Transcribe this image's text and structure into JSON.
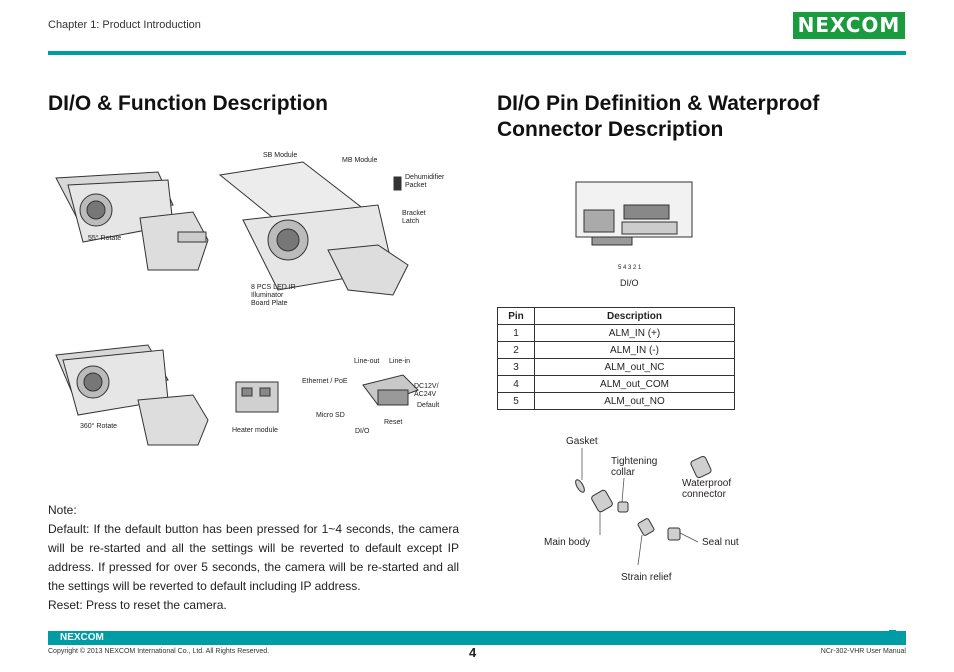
{
  "header": {
    "chapter": "Chapter 1: Product Introduction",
    "logo_text": "NEXCOM"
  },
  "left": {
    "title": "DI/O & Function Description",
    "callouts": {
      "sb_module": "SB Module",
      "mb_module": "MB Module",
      "dehumidifier": "Dehumidifier Packet",
      "bracket_latch": "Bracket Latch",
      "rotate55": "55° Rotate",
      "led_ir": "8 PCS LED IR Illuminator Board Plate",
      "rotate360": "360° Rotate",
      "heater": "Heater module",
      "line_out": "Line-out",
      "line_in": "Line-in",
      "ethernet": "Ethernet / PoE",
      "dc12v": "DC12V/ AC24V",
      "default": "Default",
      "microsd": "Micro SD",
      "reset": "Reset",
      "dio": "DI/O"
    },
    "note": {
      "heading": "Note:",
      "default_text": "Default: If the default button has been pressed for 1~4 seconds, the camera will be re-started and all the settings will be reverted to default except IP address. If pressed for over 5 seconds, the camera will be re-started and all the settings will be reverted to default including IP address.",
      "reset_text": "Reset: Press to reset the camera."
    }
  },
  "right": {
    "title_line1": "DI/O Pin Definition & Waterproof",
    "title_line2": "Connector Description",
    "pin_numbers": "5 4 3 2 1",
    "dio_label": "DI/O",
    "table": {
      "headers": [
        "Pin",
        "Description"
      ],
      "rows": [
        [
          "1",
          "ALM_IN (+)"
        ],
        [
          "2",
          "ALM_IN (-)"
        ],
        [
          "3",
          "ALM_out_NC"
        ],
        [
          "4",
          "ALM_out_COM"
        ],
        [
          "5",
          "ALM_out_NO"
        ]
      ]
    },
    "connector_labels": {
      "gasket": "Gasket",
      "tightening_collar": "Tightening collar",
      "waterproof_connector": "Waterproof connector",
      "main_body": "Main body",
      "seal_nut": "Seal nut",
      "strain_relief": "Strain relief"
    }
  },
  "footer": {
    "logo_text": "NEXCOM",
    "copyright": "Copyright © 2013 NEXCOM International Co., Ltd. All Rights Reserved.",
    "page_number": "4",
    "manual": "NCr-302-VHR User Manual"
  }
}
